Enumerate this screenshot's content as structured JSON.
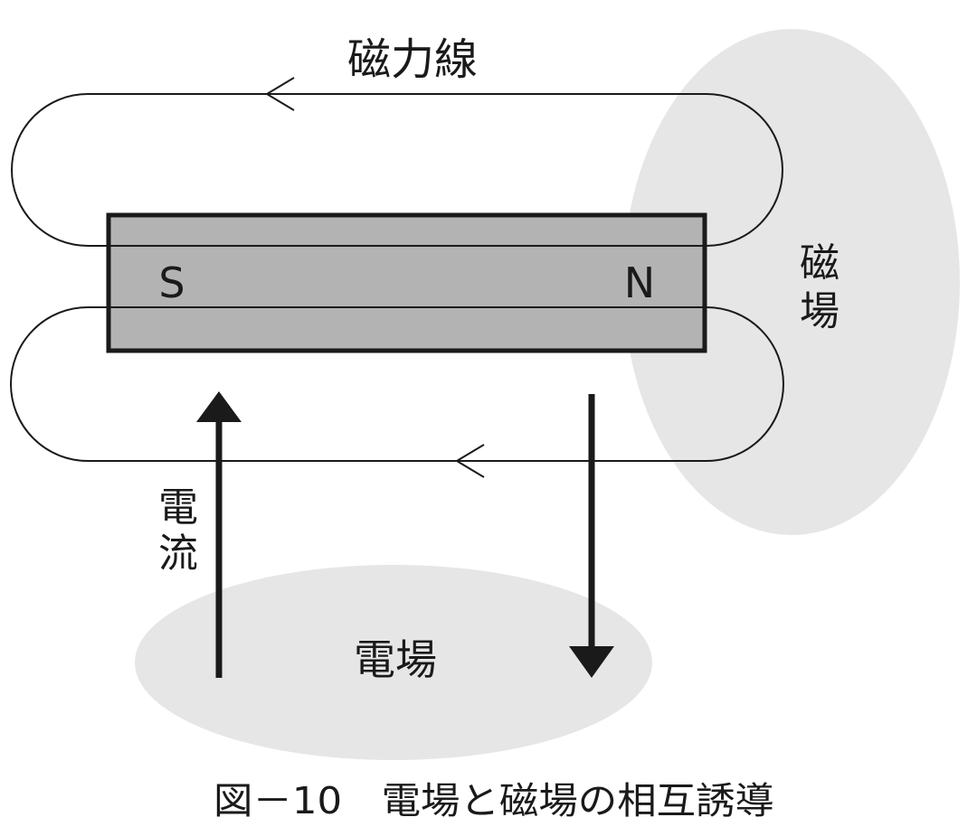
{
  "labels": {
    "field_lines": "磁力線",
    "magnetic_field_chars": [
      "磁",
      "場"
    ],
    "electric_field": "電場",
    "current_chars": [
      "電",
      "流"
    ],
    "south_pole": "S",
    "north_pole": "N"
  },
  "caption": "図－10　電場と磁場の相互誘導",
  "colors": {
    "field_fill": "#e6e6e6",
    "magnet_fill": "#b3b3b3",
    "ink": "#1a1a1a"
  }
}
